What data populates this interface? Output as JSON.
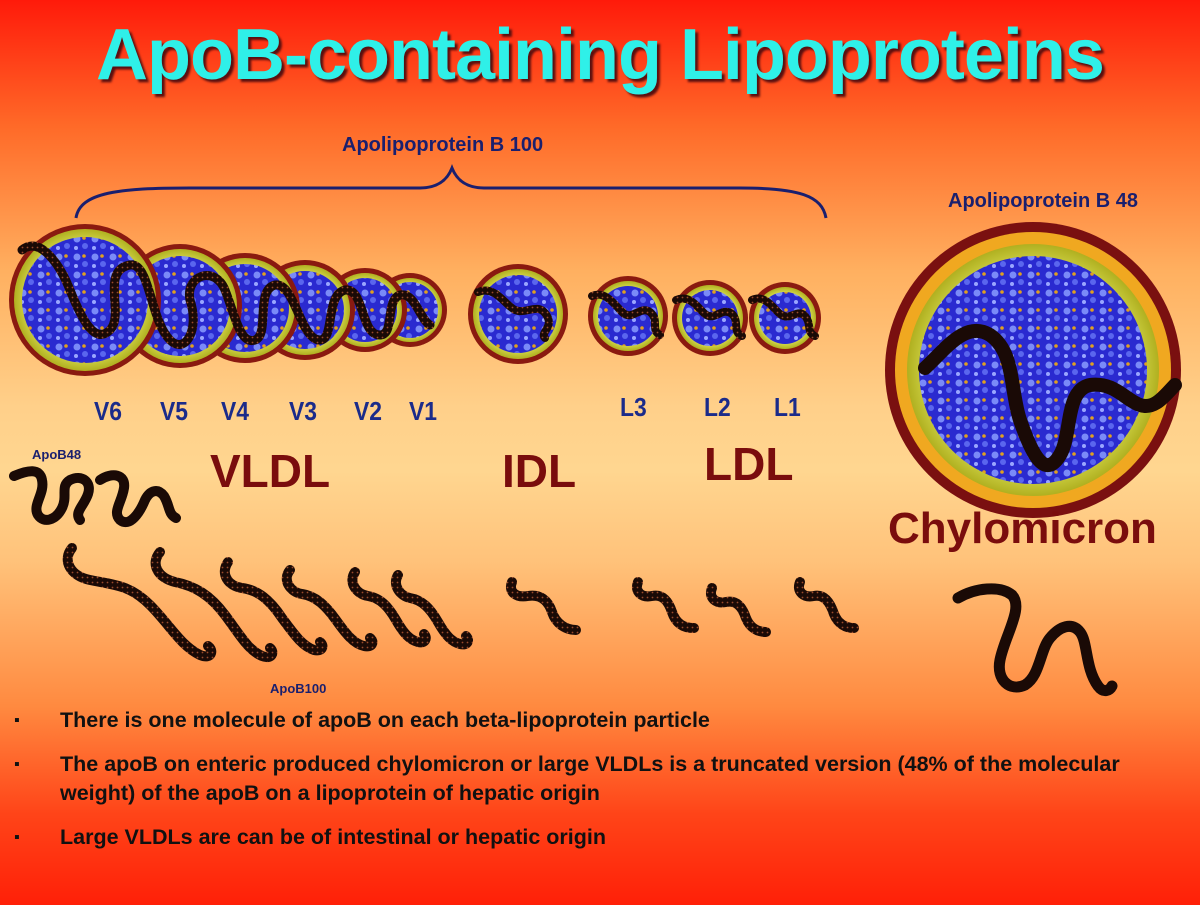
{
  "title": "ApoB-containing Lipoproteins",
  "labels": {
    "apob100_bracket": "Apolipoprotein B 100",
    "apob48_header": "Apolipoprotein B 48",
    "apob48_small": "ApoB48",
    "apob100_small": "ApoB100"
  },
  "subclasses": [
    "V6",
    "V5",
    "V4",
    "V3",
    "V2",
    "V1",
    "L3",
    "L2",
    "L1"
  ],
  "classes": {
    "vldl": "VLDL",
    "idl": "IDL",
    "ldl": "LDL",
    "chylomicron": "Chylomicron"
  },
  "bullets": [
    "There is one molecule of apoB on each beta-lipoprotein particle",
    "The apoB on enteric produced chylomicron or large VLDLs is a truncated version (48% of the molecular weight) of the apoB on a lipoprotein of hepatic origin",
    "Large VLDLs are can be of intestinal or hepatic origin"
  ],
  "bullet_marker": "▪",
  "colors": {
    "title": "#2ff0e8",
    "navy_label": "#1a1f6e",
    "class_label": "#7a0d0d",
    "particle_core": "#3a3ae0",
    "particle_shell": "#c8cc40",
    "apob_strand": "#1a0a06"
  }
}
